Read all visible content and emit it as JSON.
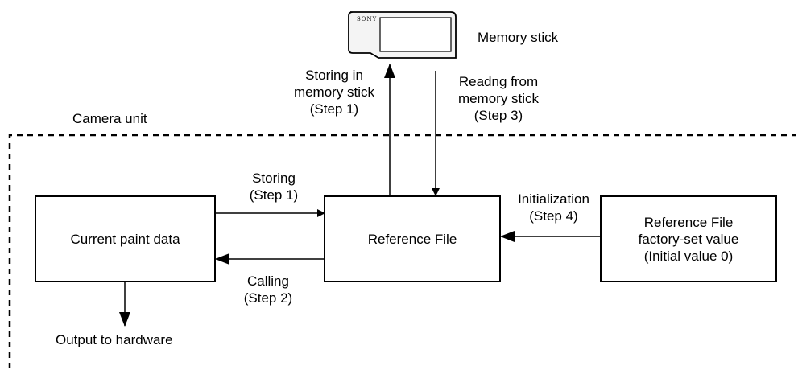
{
  "memory_stick": {
    "brand": "SONY",
    "label": "Memory stick"
  },
  "camera_unit_label": "Camera unit",
  "boxes": {
    "current_paint": "Current paint data",
    "reference_file": "Reference File",
    "factory": {
      "line1": "Reference File",
      "line2": "factory-set value",
      "line3": "(Initial value 0)"
    }
  },
  "arrows": {
    "storing_in_stick": {
      "line1": "Storing in",
      "line2": "memory stick",
      "line3": "(Step 1)"
    },
    "reading_from_stick": {
      "line1": "Readng from",
      "line2": "memory stick",
      "line3": "(Step 3)"
    },
    "storing": {
      "line1": "Storing",
      "line2": "(Step 1)"
    },
    "calling": {
      "line1": "Calling",
      "line2": "(Step 2)"
    },
    "initialization": {
      "line1": "Initialization",
      "line2": "(Step 4)"
    },
    "output": "Output to hardware"
  }
}
